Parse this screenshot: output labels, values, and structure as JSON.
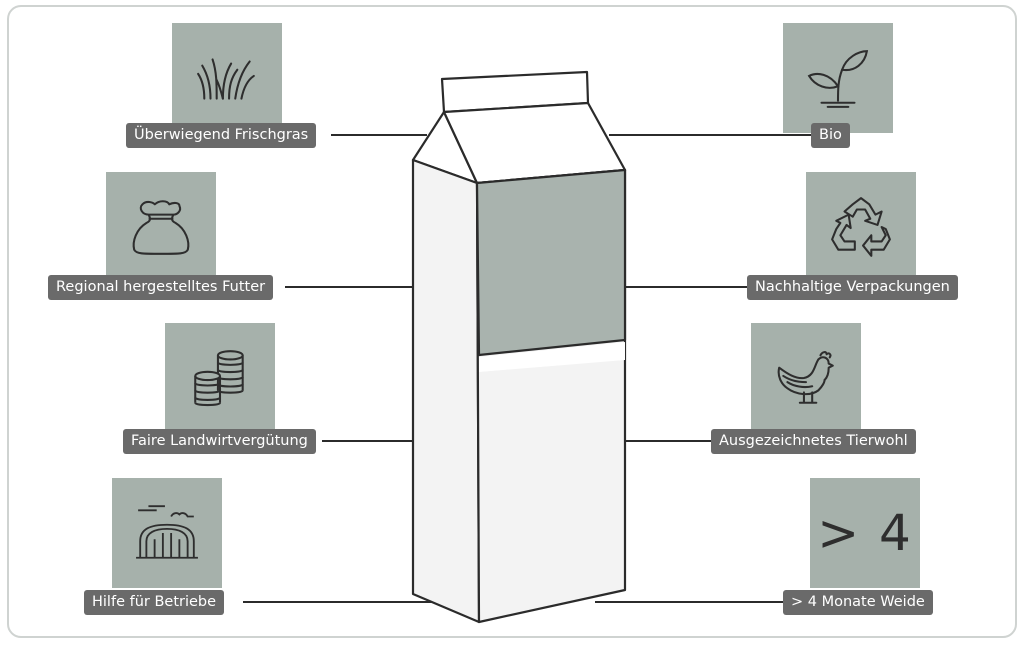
{
  "features_left": [
    {
      "label": "Überwiegend Frischgras",
      "icon": "grass-icon"
    },
    {
      "label": "Regional hergestelltes Futter",
      "icon": "feed-sack-icon"
    },
    {
      "label": "Faire Landwirtvergütung",
      "icon": "coins-icon"
    },
    {
      "label": "Hilfe für Betriebe",
      "icon": "greenhouse-icon"
    }
  ],
  "features_right": [
    {
      "label": "Bio",
      "icon": "seedling-icon"
    },
    {
      "label": "Nachhaltige Verpackungen",
      "icon": "recycle-icon"
    },
    {
      "label": "Ausgezeichnetes Tierwohl",
      "icon": "chicken-icon"
    },
    {
      "label": "> 4 Monate Weide",
      "icon": "number-tile",
      "tile_text": "> 4"
    }
  ],
  "colors": {
    "tile": "#a6b1ab",
    "label_bg": "#6a6a6a",
    "label_text": "#ffffff",
    "carton_panel": "#a9b3ae",
    "line": "#2b2b2b"
  }
}
